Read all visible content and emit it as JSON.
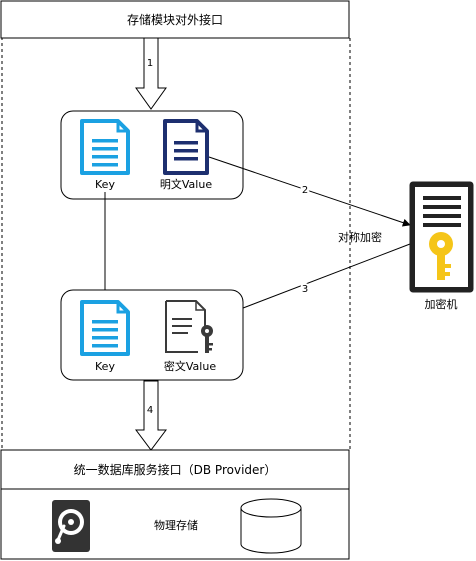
{
  "top_interface": {
    "label": "存储模块对外接口"
  },
  "plain_group": {
    "key_label": "Key",
    "value_label": "明文Value"
  },
  "cipher_group": {
    "key_label": "Key",
    "value_label": "密文Value"
  },
  "encryptor": {
    "label": "加密机"
  },
  "edges": {
    "step1": "1",
    "step2": "2",
    "step3": "3",
    "step4": "4",
    "symmetric": "对称加密"
  },
  "db_provider": {
    "label": "统一数据库服务接口（DB Provider）"
  },
  "storage": {
    "label": "物理存储"
  },
  "icons": {
    "key_doc": "document-icon",
    "value_doc": "document-icon",
    "cipher_doc": "encrypted-document-icon",
    "encryptor": "server-key-icon",
    "disk": "hard-disk-icon",
    "db": "database-cylinder-icon"
  },
  "colors": {
    "light_doc": "#1ba1e2",
    "dark_doc": "#1d2f6f",
    "key_gold": "#f5c518",
    "cipher_doc": "#3a3a3a"
  }
}
